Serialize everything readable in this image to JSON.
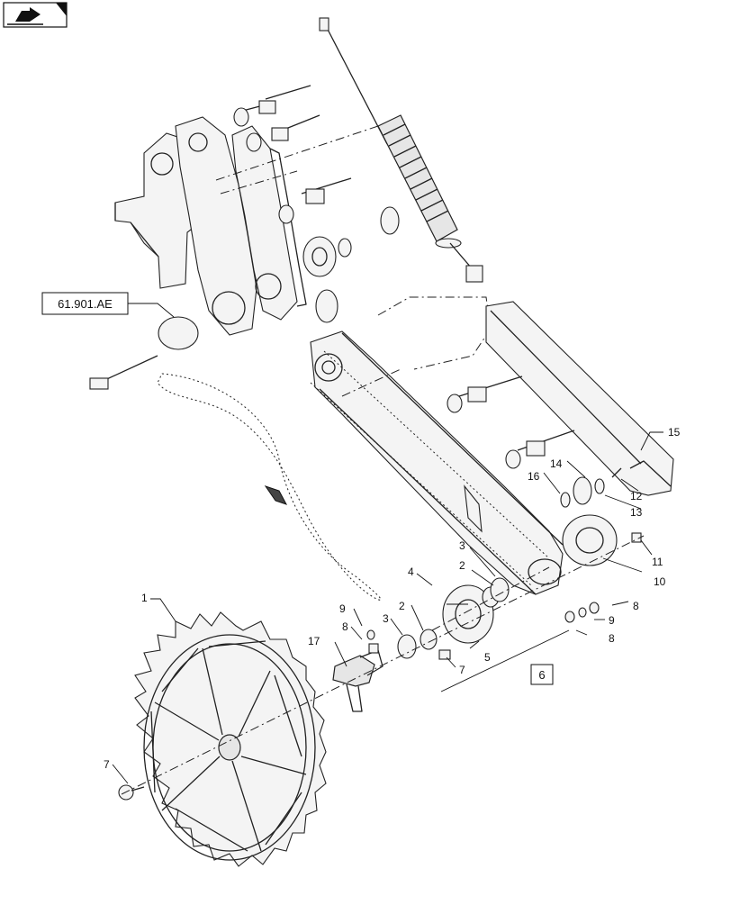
{
  "nav_icon": {
    "name": "page-navigation-icon"
  },
  "reference": {
    "label": "61.901.AE"
  },
  "kit": {
    "label": "6"
  },
  "callouts": [
    "1",
    "2",
    "2",
    "3",
    "3",
    "4",
    "5",
    "7",
    "7",
    "8",
    "8",
    "8",
    "9",
    "9",
    "10",
    "11",
    "12",
    "13",
    "14",
    "15",
    "16",
    "17"
  ]
}
